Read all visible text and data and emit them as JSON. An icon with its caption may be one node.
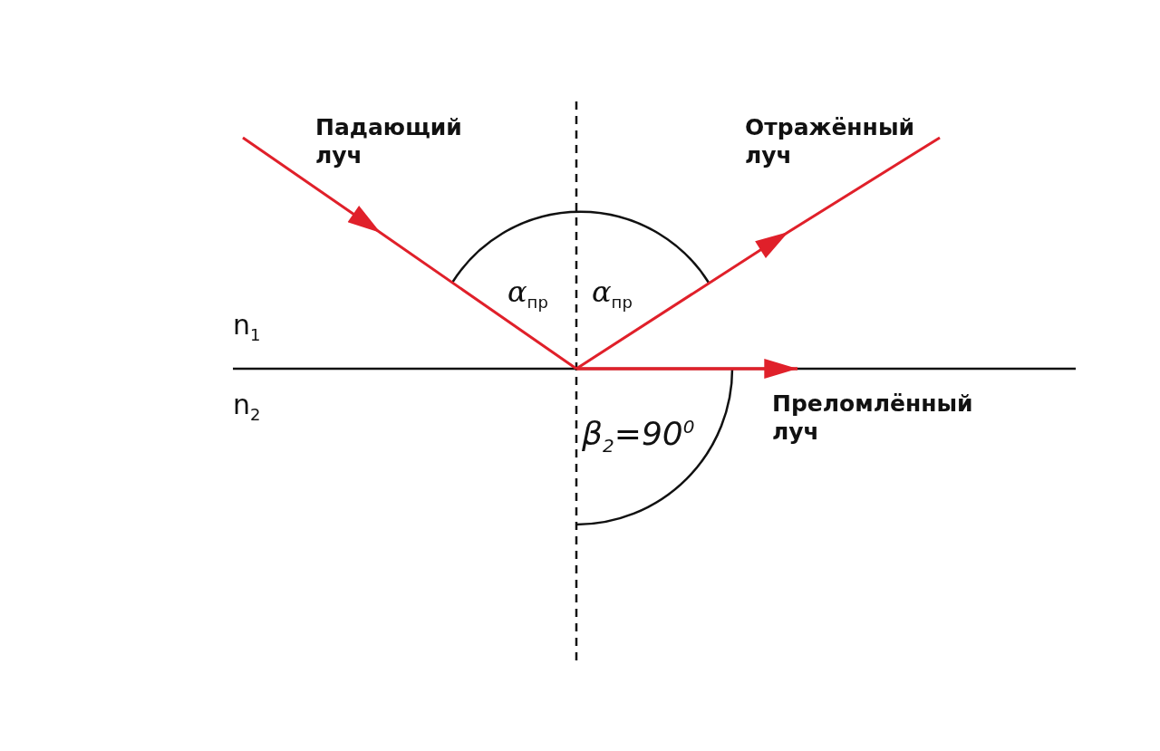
{
  "diagram": {
    "labels": [
      "Падающий луч",
      "Отражённый луч",
      "*α*$_{пр}$",
      "*α*$_{пр}$",
      "n$_{1}$",
      "n$_{2}$",
      "Преломлённый луч",
      "β$_{2}$=90$^{0}$"
    ]
  }
}
